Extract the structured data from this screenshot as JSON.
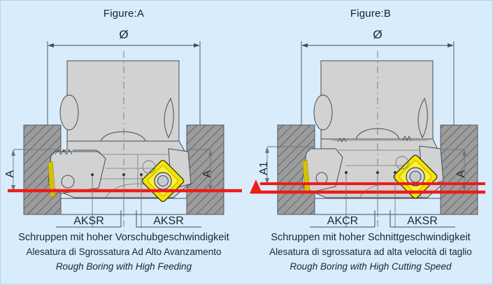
{
  "background_color": "#d9ecfb",
  "figures": [
    {
      "title": "Figure:A",
      "diameter_label": "Ø",
      "height_label": "A",
      "height_label_right": "A",
      "part_label_left": "AKSR",
      "part_label_right": "AKSR",
      "caption_de": "Schruppen mit hoher Vorschubgeschwindigkeit",
      "caption_it": "Alesatura di Sgrossatura Ad Alto Avanzamento",
      "caption_en": "Rough Boring with High Feeding"
    },
    {
      "title": "Figure:B",
      "diameter_label": "Ø",
      "height_label": "A1",
      "height_label_right": "A",
      "part_label_left": "AKCR",
      "part_label_right": "AKSR",
      "caption_de": "Schruppen mit hoher Schnittgeschwindigkeit",
      "caption_it": "Alesatura di sgrossatura ad alta velocità di taglio",
      "caption_en": "Rough Boring  with High Cutting Speed"
    }
  ],
  "colors": {
    "background": "#d9ecfb",
    "workpiece_fill": "#9c9c9c",
    "tool_body_fill": "#d2d2d2",
    "insert_yellow": "#f5e400",
    "insert_yellow_dark": "#c8b900",
    "cut_line_red": "#ee1c16",
    "line_dark": "#444c55",
    "text": "#1b2530",
    "border": "#b9cfdf"
  },
  "annotations": {
    "cut_line_name": "cutting-plane-line",
    "red_arrow_name": "feed-direction-arrow"
  }
}
